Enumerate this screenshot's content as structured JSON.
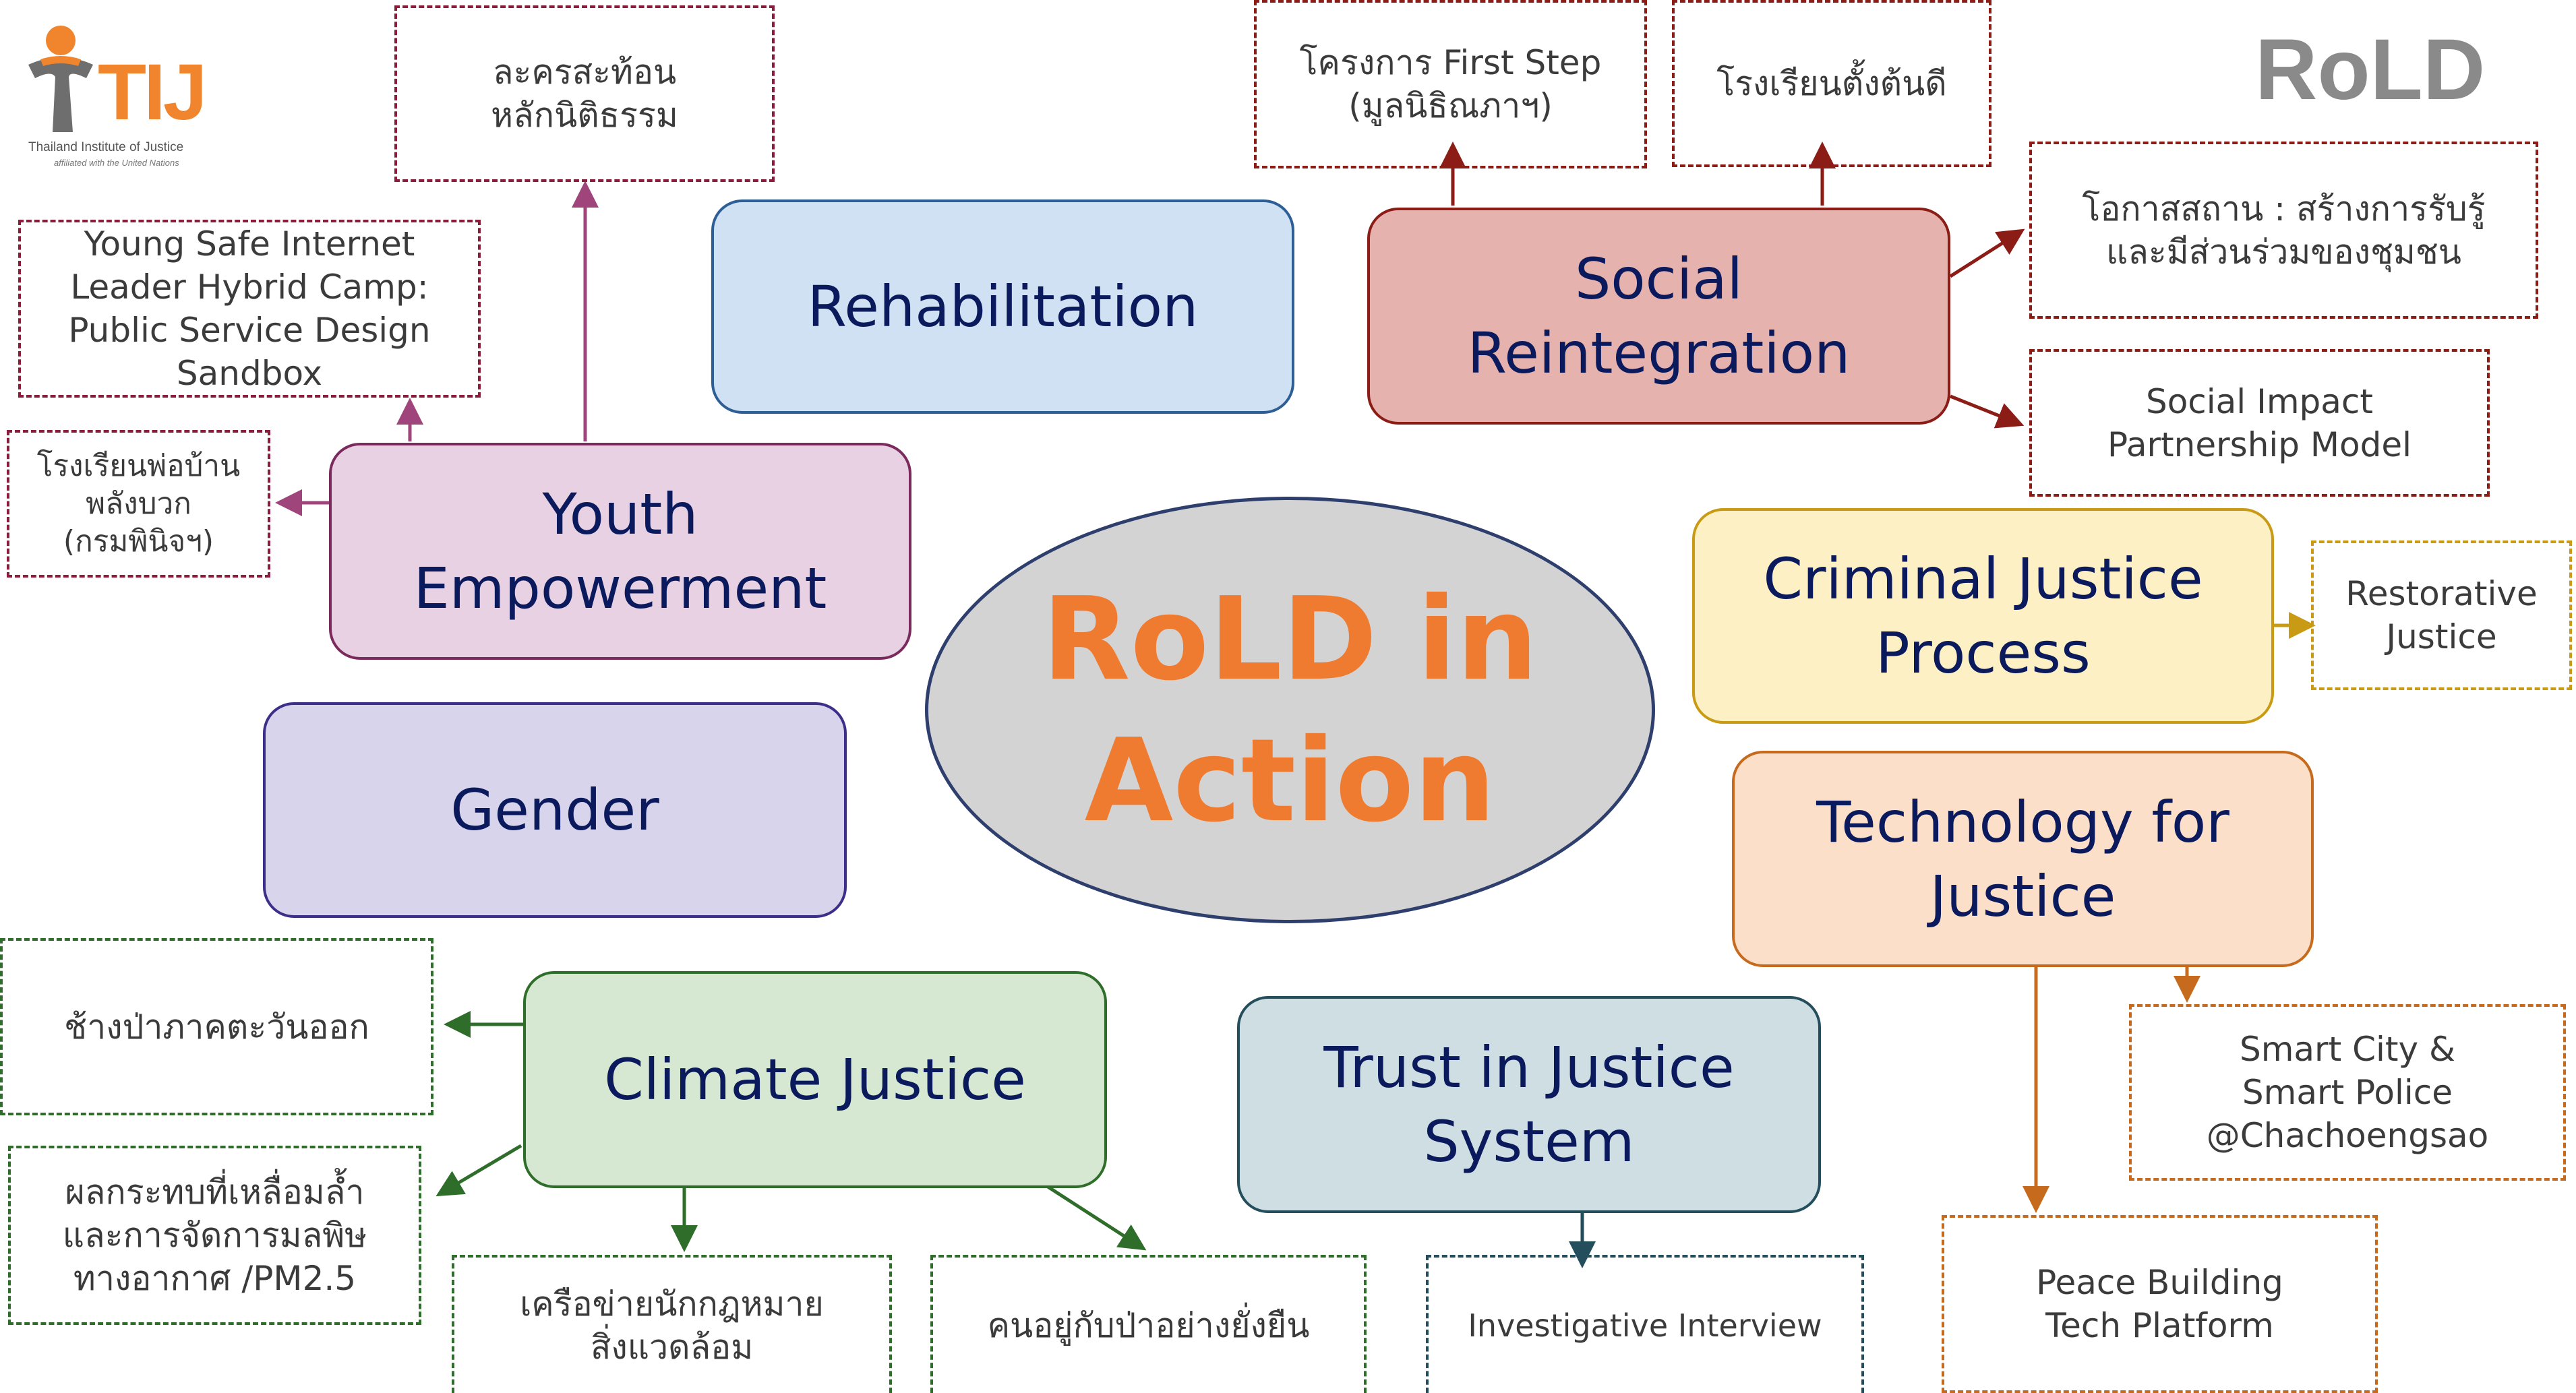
{
  "center": {
    "title": "RoLD in\nAction"
  },
  "logos": {
    "tij": {
      "name": "TIJ",
      "subtitle": "Thailand Institute of Justice",
      "tagline": "affiliated with the United Nations"
    },
    "rold": {
      "name": "RoLD"
    }
  },
  "topics": {
    "youth": "Youth\nEmpowerment",
    "rehabilitation": "Rehabilitation",
    "social": "Social\nReintegration",
    "criminal": "Criminal Justice\nProcess",
    "gender": "Gender",
    "technology": "Technology for\nJustice",
    "climate": "Climate Justice",
    "trust": "Trust in Justice\nSystem"
  },
  "projects": {
    "drama": "ละครสะท้อน\nหลักนิติธรรม",
    "young_safe": "Young Safe Internet\nLeader Hybrid Camp:\nPublic Service Design\nSandbox",
    "parent_school": "โรงเรียนพ่อบ้าน\nพลังบวก\n(กรมพินิจฯ)",
    "first_step": "โครงการ First Step\n(มูลนิธิณภาฯ)",
    "good_start": "โรงเรียนตั้งต้นดี",
    "opportunity": "โอกาสสถาน : สร้างการรับรู้\nและมีส่วนร่วมของชุมชน",
    "social_impact": "Social Impact\nPartnership Model",
    "restorative": "Restorative\nJustice",
    "smart_city": "Smart City &\nSmart Police\n@Chachoengsao",
    "peace": "Peace Building\nTech Platform",
    "elephant": "ช้างป่าภาคตะวันออก",
    "pollution": "ผลกระทบที่เหลื่อมล้ำ\nและการจัดการมลพิษ\nทางอากาศ /PM2.5",
    "lawyers": "เครือข่ายนักกฎหมาย\nสิ่งแวดล้อม",
    "forest": "คนอยู่กับป่าอย่างยั่งยืน",
    "interview": "Investigative Interview"
  },
  "colors": {
    "youth": {
      "fill": "#e8d1e2",
      "stroke": "#7b2a5e",
      "line": "#a0457c"
    },
    "rehabilitation": {
      "fill": "#cfe1f3",
      "stroke": "#2d5e96"
    },
    "social": {
      "fill": "#e6b2ae",
      "stroke": "#8b1d16",
      "line": "#8b1d16"
    },
    "criminal": {
      "fill": "#fdf0c4",
      "stroke": "#c99a14",
      "line": "#c99a14"
    },
    "gender": {
      "fill": "#d7d4eb",
      "stroke": "#3d2e8a"
    },
    "technology": {
      "fill": "#fbdfc8",
      "stroke": "#c66a1d",
      "line": "#c66a1d"
    },
    "climate": {
      "fill": "#d6e8d2",
      "stroke": "#2f6e2a",
      "line": "#2f6e2a"
    },
    "trust": {
      "fill": "#cfdee3",
      "stroke": "#244e5c",
      "line": "#244e5c"
    },
    "center_text": "#ef7b30",
    "tij_orange": "#f0852d",
    "rold_gray": "#8a8a8a",
    "rold_gold": "#f2b114"
  }
}
